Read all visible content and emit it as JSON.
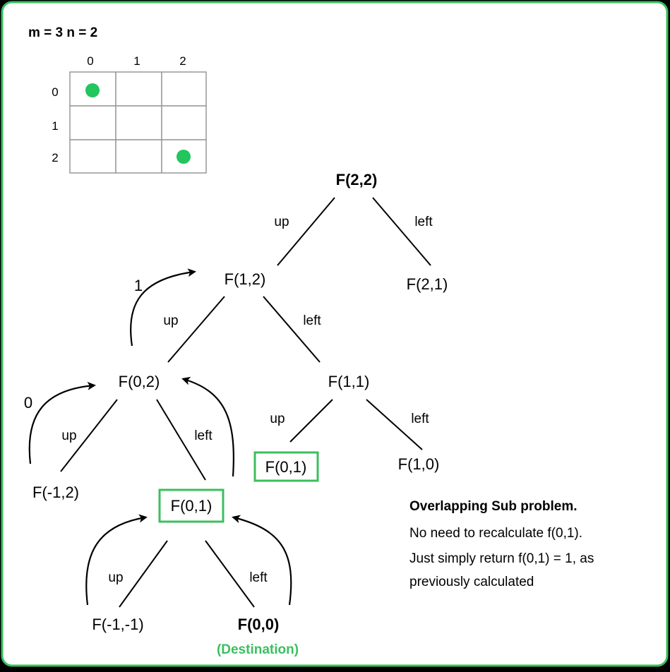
{
  "header": {
    "text": "m = 3  n = 2"
  },
  "grid": {
    "col_labels": [
      "0",
      "1",
      "2"
    ],
    "row_labels": [
      "0",
      "1",
      "2"
    ],
    "dot_color": "#22c55e"
  },
  "colors": {
    "border": "#3bbf5e",
    "highlight_box": "#3bbf5e",
    "destination": "#3bbf5e"
  },
  "nodes": {
    "f22": "F(2,2)",
    "f12": "F(1,2)",
    "f21": "F(2,1)",
    "f02": "F(0,2)",
    "f11": "F(1,1)",
    "fm12": "F(-1,2)",
    "f01_main": "F(0,1)",
    "f01_side": "F(0,1)",
    "f10": "F(1,0)",
    "fm1m1": "F(-1,-1)",
    "f00": "F(0,0)"
  },
  "destination_label": "(Destination)",
  "edge_labels": {
    "up": "up",
    "left": "left"
  },
  "curve_labels": {
    "one": "1",
    "zero": "0"
  },
  "note": {
    "title": "Overlapping Sub problem.",
    "line1": "No need to recalculate f(0,1).",
    "line2": "Just simply return f(0,1) = 1, as",
    "line3": "previously calculated"
  }
}
